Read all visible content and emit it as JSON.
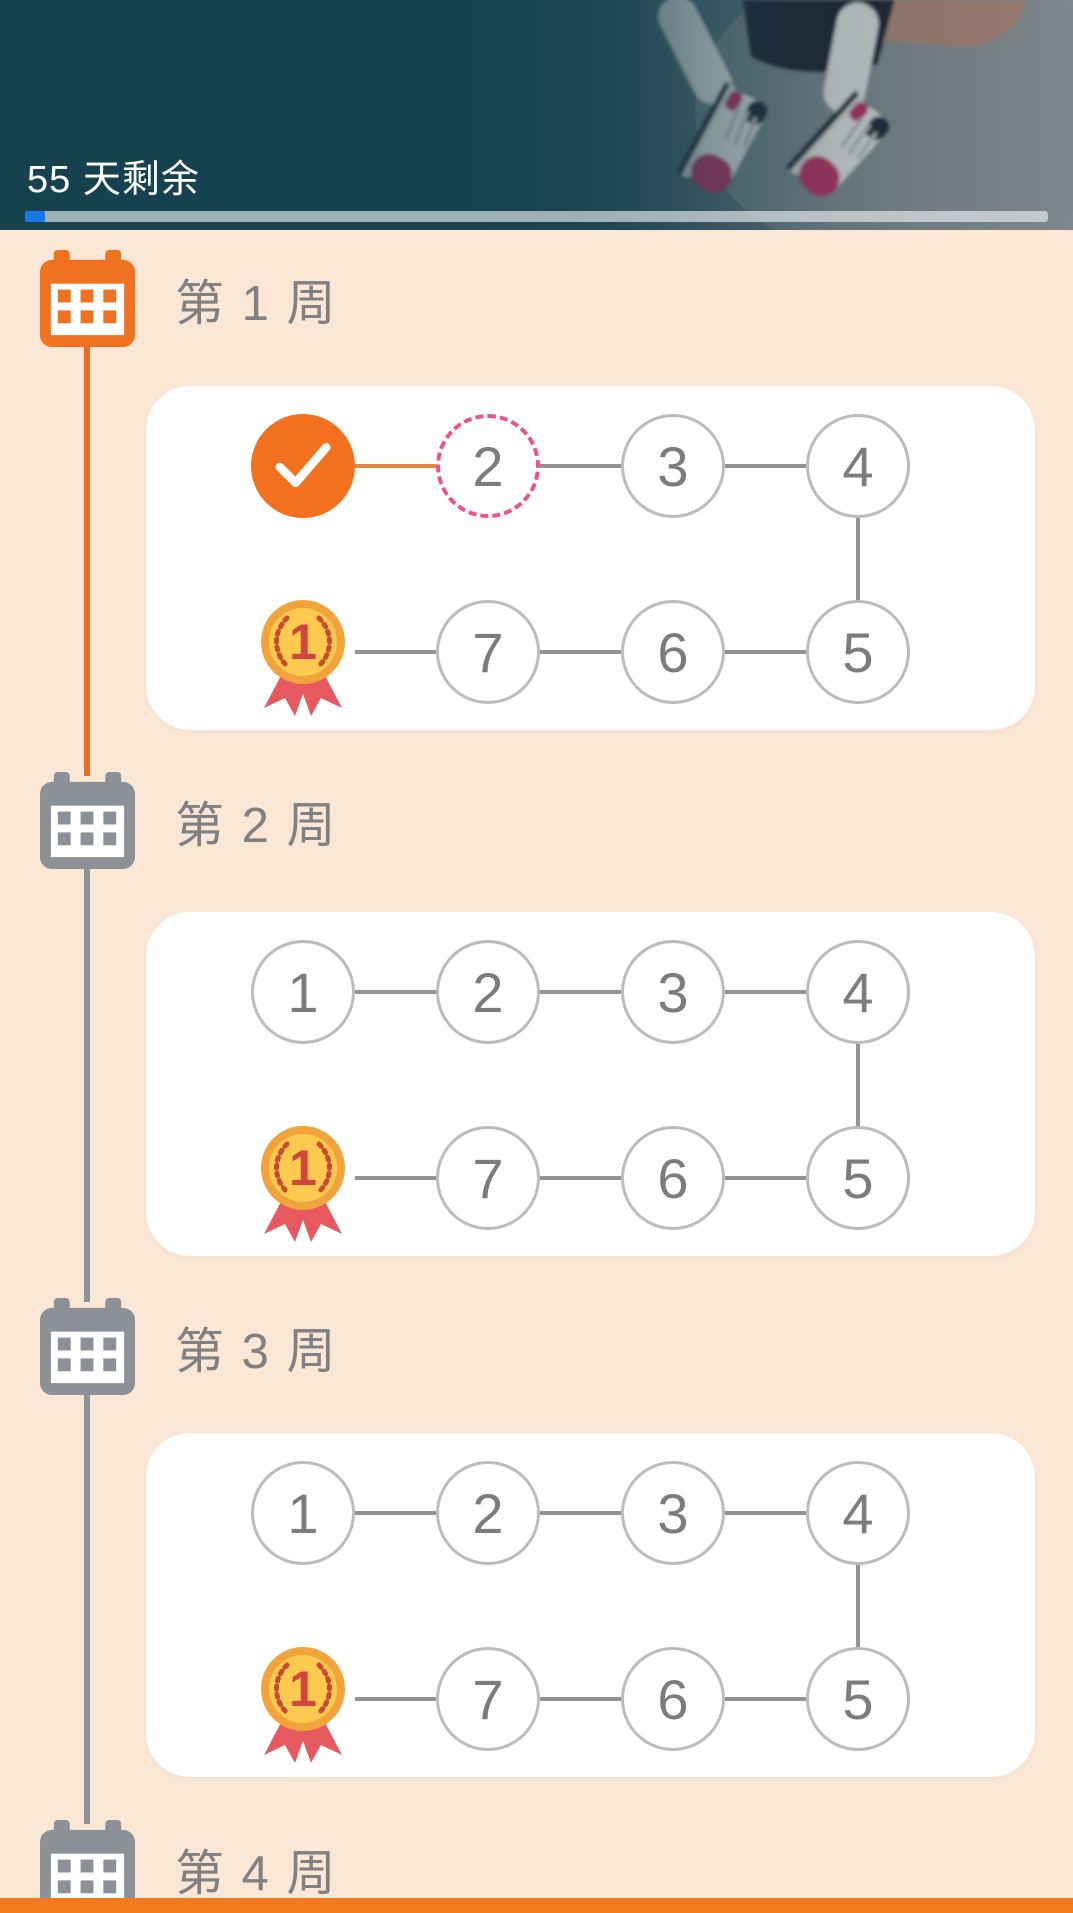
{
  "header": {
    "title": "55 天剩余",
    "progress_percent": 2
  },
  "weeks": [
    {
      "label": "第 1 周",
      "state": "active",
      "top_days": [
        {
          "type": "done",
          "label": "",
          "icon": "check"
        },
        {
          "type": "current",
          "label": "2"
        },
        {
          "type": "todo",
          "label": "3"
        },
        {
          "type": "todo",
          "label": "4"
        }
      ],
      "bottom_days": [
        {
          "type": "medal",
          "label": "1"
        },
        {
          "type": "todo",
          "label": "7"
        },
        {
          "type": "todo",
          "label": "6"
        },
        {
          "type": "todo",
          "label": "5"
        }
      ]
    },
    {
      "label": "第 2 周",
      "state": "upcoming",
      "top_days": [
        {
          "type": "todo",
          "label": "1"
        },
        {
          "type": "todo",
          "label": "2"
        },
        {
          "type": "todo",
          "label": "3"
        },
        {
          "type": "todo",
          "label": "4"
        }
      ],
      "bottom_days": [
        {
          "type": "medal",
          "label": "1"
        },
        {
          "type": "todo",
          "label": "7"
        },
        {
          "type": "todo",
          "label": "6"
        },
        {
          "type": "todo",
          "label": "5"
        }
      ]
    },
    {
      "label": "第 3 周",
      "state": "upcoming",
      "top_days": [
        {
          "type": "todo",
          "label": "1"
        },
        {
          "type": "todo",
          "label": "2"
        },
        {
          "type": "todo",
          "label": "3"
        },
        {
          "type": "todo",
          "label": "4"
        }
      ],
      "bottom_days": [
        {
          "type": "medal",
          "label": "1"
        },
        {
          "type": "todo",
          "label": "7"
        },
        {
          "type": "todo",
          "label": "6"
        },
        {
          "type": "todo",
          "label": "5"
        }
      ]
    },
    {
      "label": "第 4 周",
      "state": "upcoming",
      "top_days": [],
      "bottom_days": []
    }
  ],
  "colors": {
    "accent_orange": "#ee7220",
    "connector_orange": "#e2873f",
    "accent_blue": "#1577e9",
    "peach_background": "#fbe7d5",
    "current_day_pink": "#ec538c",
    "inactive_gray": "#8b9197",
    "medal_gold": "#fdc94e",
    "medal_ribbon_red": "#e65a5f"
  }
}
